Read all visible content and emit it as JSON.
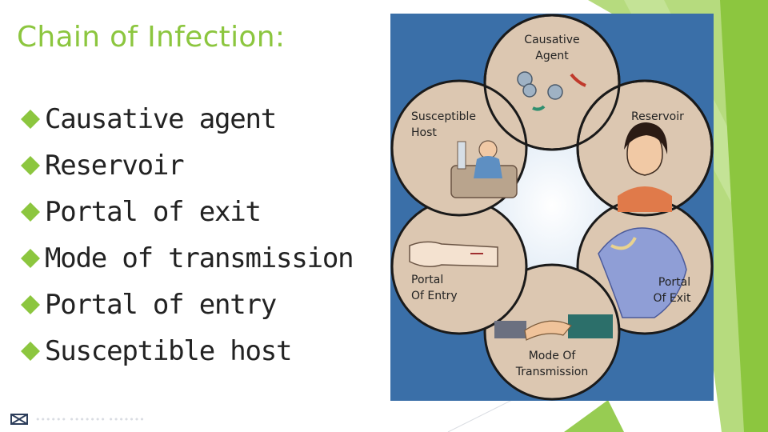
{
  "slide": {
    "title": "Chain of Infection:",
    "bullets": [
      "Causative agent",
      "Reservoir",
      "Portal of exit",
      "Mode of transmission",
      "Portal of entry",
      "Susceptible host"
    ],
    "footer_text": "•••••• ••••••• •••••••"
  },
  "figure": {
    "labels": {
      "causative_agent": [
        "Causative",
        "Agent"
      ],
      "reservoir": [
        "Reservoir"
      ],
      "portal_of_exit": [
        "Portal",
        "Of Exit"
      ],
      "mode_of_transmission": [
        "Mode Of",
        "Transmission"
      ],
      "portal_of_entry": [
        "Portal",
        "Of Entry"
      ],
      "susceptible_host": [
        "Susceptible",
        "Host"
      ]
    }
  },
  "colors": {
    "accent_green": "#8cc63f",
    "figure_blue": "#3a6fa8",
    "circle_fill": "#dcc7b1",
    "circle_stroke": "#1a1a1a"
  },
  "icons": {
    "bullet": "diamond-bullet-icon",
    "footer_logo": "footer-logo-icon"
  }
}
